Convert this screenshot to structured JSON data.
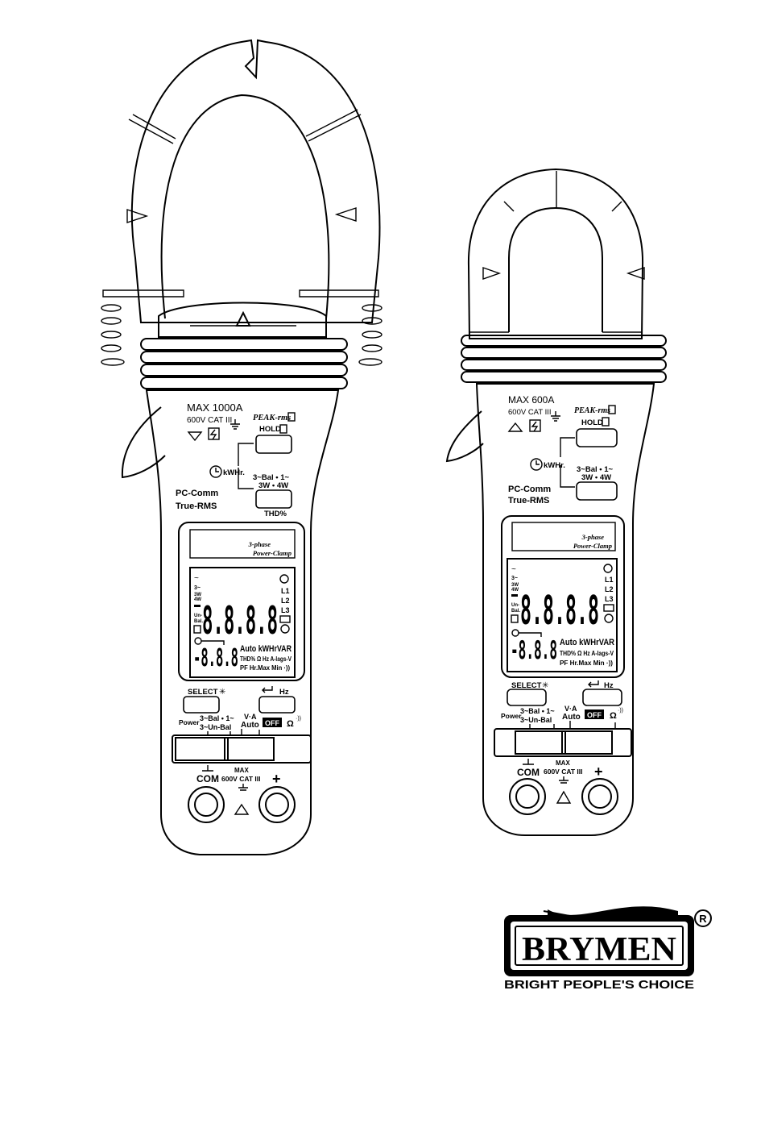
{
  "meter_large": {
    "max_rating": "MAX 1000A",
    "cat_rating": "600V CAT III",
    "peak_label": "PEAK-rms",
    "hold_label": "HOLD",
    "kwh_label": "kWHr.",
    "mode_line1": "3~Bal • 1~",
    "mode_line2": "3W • 4W",
    "pc_comm": "PC-Comm",
    "true_rms": "True-RMS",
    "thd_label": "THD%",
    "window_line1": "3-phase",
    "window_line2": "Power-Clamp",
    "lcd_main": "8.8.8.8",
    "lcd_sub": "-8.8.8",
    "lcd_units1": "Auto kWHrVAR",
    "lcd_units2": "THD% Ω Hz A-lags-V",
    "lcd_units3": "PF Hr.Max Min ·))",
    "lcd_left1": "3~",
    "lcd_left2": "3W",
    "lcd_left3": "4W",
    "lcd_left4": "Un-",
    "lcd_left5": "Bal.",
    "lcd_l1": "L1",
    "lcd_l2": "L2",
    "lcd_l3": "L3",
    "select_label": "SELECT",
    "hz_label": "Hz",
    "power_label": "Power",
    "power_bal": "3~Bal • 1~",
    "power_unbal": "3~Un-Bal",
    "va_label": "V·A",
    "auto_label": "Auto",
    "off_label": "OFF",
    "ohm_label": "Ω",
    "com_label": "COM",
    "max_label": "MAX",
    "terminal_rating": "600V CAT III",
    "plus_label": "+"
  },
  "meter_small": {
    "max_rating": "MAX 600A",
    "cat_rating": "600V CAT III",
    "peak_label": "PEAK-rms",
    "hold_label": "HOLD",
    "kwh_label": "kWHr.",
    "mode_line1": "3~Bal • 1~",
    "mode_line2": "3W • 4W",
    "pc_comm": "PC-Comm",
    "true_rms": "True-RMS",
    "window_line1": "3-phase",
    "window_line2": "Power-Clamp",
    "lcd_main": "8.8.8.8",
    "lcd_sub": "-8.8.8",
    "lcd_units1": "Auto kWHrVAR",
    "lcd_units2": "THD% Ω Hz A-lags-V",
    "lcd_units3": "PF Hr.Max Min ·))",
    "lcd_left1": "3~",
    "lcd_left2": "3W",
    "lcd_left3": "4W",
    "lcd_left4": "Un-",
    "lcd_left5": "Bal.",
    "lcd_l1": "L1",
    "lcd_l2": "L2",
    "lcd_l3": "L3",
    "select_label": "SELECT",
    "hz_label": "Hz",
    "power_label": "Power",
    "power_bal": "3~Bal • 1~",
    "power_unbal": "3~Un-Bal",
    "va_label": "V·A",
    "auto_label": "Auto",
    "off_label": "OFF",
    "ohm_label": "Ω",
    "com_label": "COM",
    "max_label": "MAX",
    "terminal_rating": "600V CAT III",
    "plus_label": "+"
  },
  "brand": {
    "logo_text": "BRYMEN",
    "registered_mark": "R",
    "tagline": "BRIGHT PEOPLE'S CHOICE"
  }
}
